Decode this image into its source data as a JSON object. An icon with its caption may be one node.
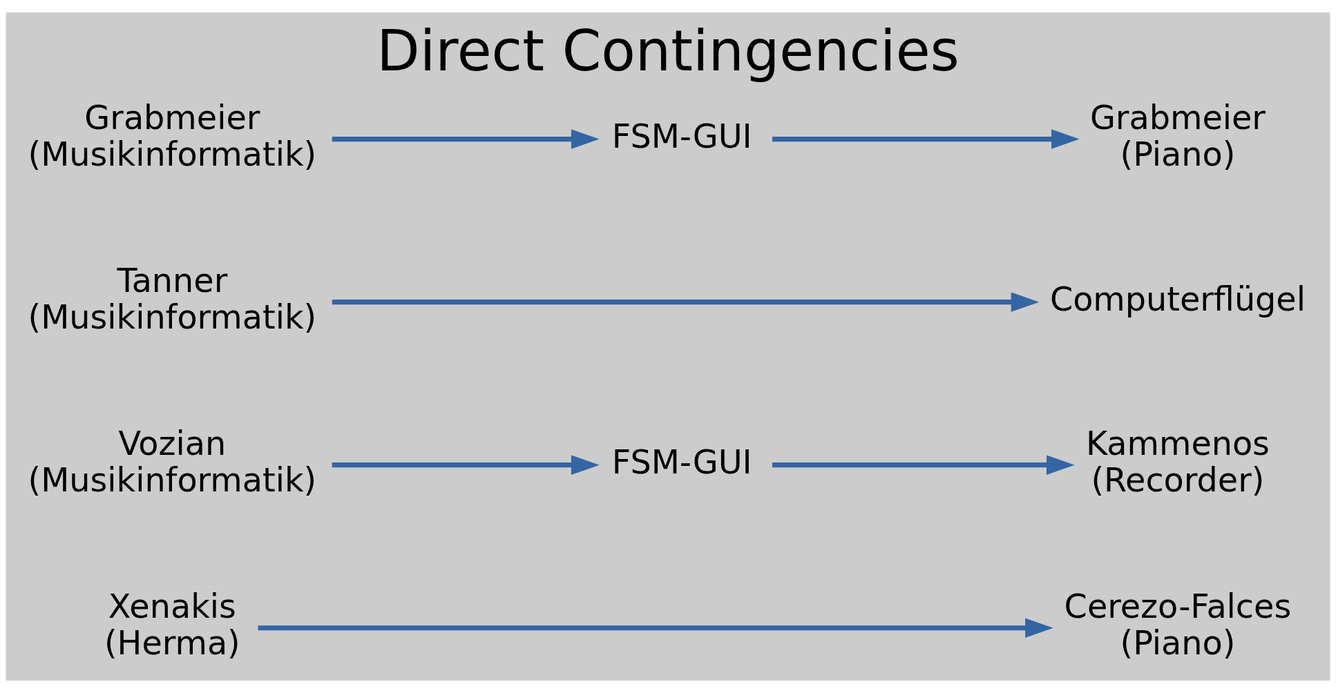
{
  "diagram": {
    "title": "Direct Contingencies",
    "nodes": [
      {
        "text": [
          "Xenakis (Herma)"
        ]
      },
      {
        "text": [
          "Cerezo-Falces (Piano)"
        ]
      },
      {
        "text": [
          "Kammenos (Recorder)"
        ]
      },
      {
        "text": [
          "Vozian (Musikinformatik)"
        ]
      },
      {
        "text": [
          "FSM-GUI"
        ]
      },
      {
        "text": [
          "Tanner (Musikinformatik)"
        ]
      },
      {
        "text": [
          "Computerflügel"
        ]
      },
      {
        "text": [
          "Grabmeier (Musikinformatik)"
        ]
      },
      {
        "text": [
          "FSM-GUI"
        ]
      },
      {
        "text": [
          "Grabmeier (Piano)"
        ]
      }
    ],
    "edges": [
      {
        "from": 0,
        "to": 1,
        "arrow": "to"
      },
      {
        "from": 3,
        "to": 4,
        "arrow": "to"
      },
      {
        "from": 4,
        "to": 2,
        "arrow": "to"
      },
      {
        "from": 5,
        "to": 6,
        "arrow": "to"
      },
      {
        "from": 7,
        "to": 8,
        "arrow": "to"
      },
      {
        "from": 8,
        "to": 9,
        "arrow": "to"
      }
    ]
  }
}
